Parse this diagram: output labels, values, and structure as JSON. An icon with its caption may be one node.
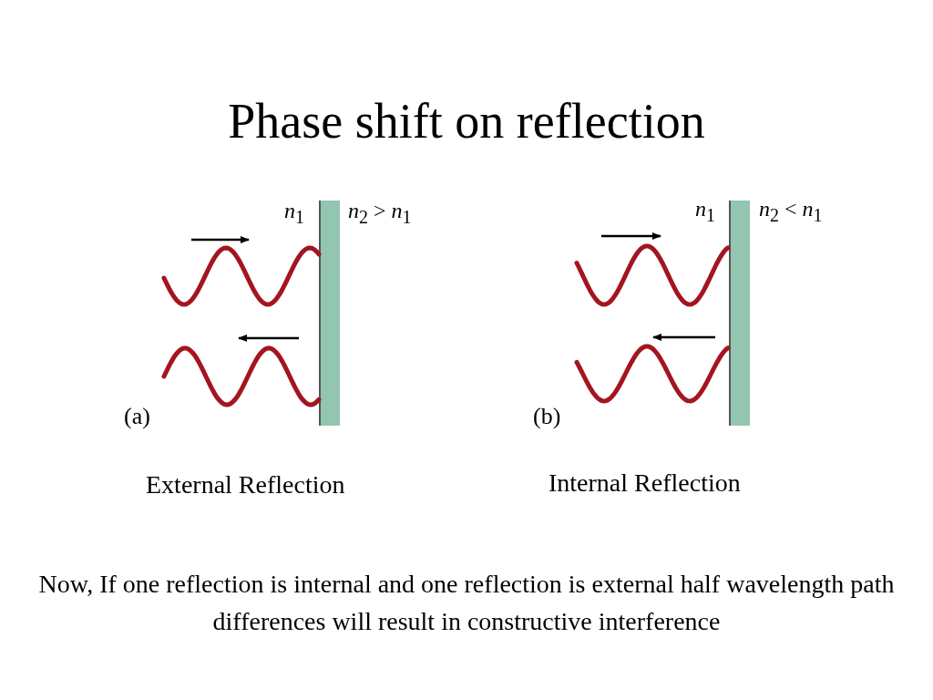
{
  "diagram": {
    "title": "Phase shift on reflection",
    "labels": [
      "*n*$_{1}$",
      "*n*$_{2}$ > *n*$_{1}$",
      "(a)",
      "*n*$_{1}$",
      "*n*$_{2}$ < *n*$_{1}$",
      "(b)",
      "External Reflection",
      "Internal Reflection",
      "Now, If one reflection is internal and one reflection is external half wavelength path differences will result in constructive interference"
    ]
  }
}
